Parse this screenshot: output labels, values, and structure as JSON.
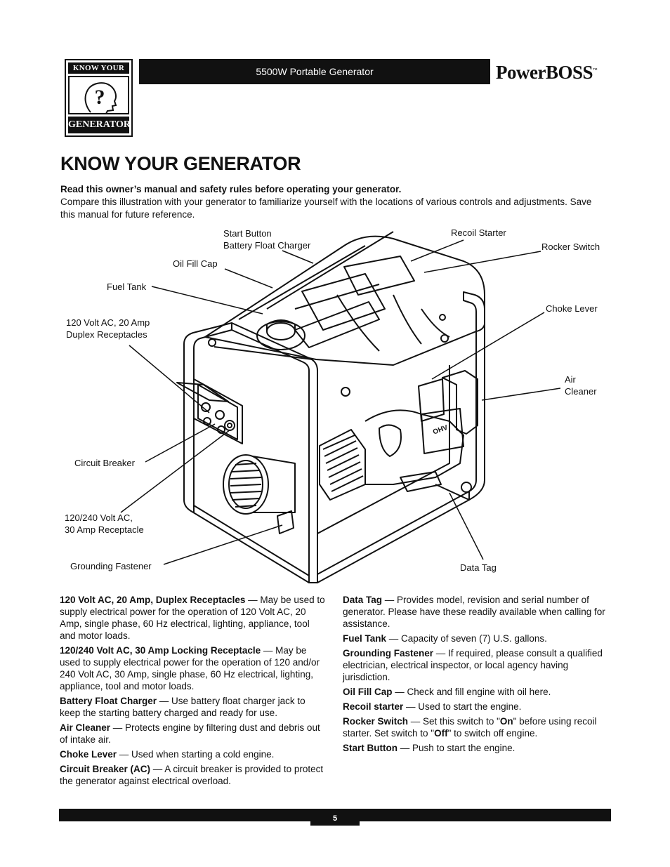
{
  "header": {
    "logo_top": "KNOW YOUR",
    "logo_bottom": "GENERATOR",
    "logo_symbol": "?",
    "product": "5500W Portable Generator",
    "brand": "PowerBOSS",
    "brand_mark": "™"
  },
  "title": "KNOW YOUR GENERATOR",
  "intro": {
    "bold": "Read this owner’s manual and safety rules before operating your generator.",
    "text": "Compare this illustration with your generator to familiarize yourself with the locations of various controls and adjustments. Save this manual for future reference."
  },
  "labels": {
    "start_button": "Start Button\nBattery Float Charger",
    "oil_fill": "Oil Fill Cap",
    "fuel_tank": "Fuel Tank",
    "duplex": "120 Volt AC, 20 Amp\nDuplex Receptacles",
    "recoil": "Recoil Starter",
    "rocker": "Rocker Switch",
    "choke": "Choke Lever",
    "air": "Air\nCleaner",
    "breaker": "Circuit Breaker",
    "locking": "120/240 Volt AC,\n30 Amp Receptacle",
    "grounding": "Grounding Fastener",
    "datatag": "Data Tag",
    "ohv": "OHV"
  },
  "descriptions_left": [
    {
      "term": "120 Volt AC, 20 Amp, Duplex Receptacles",
      "text": " — May be used to supply electrical power for the operation of 120 Volt AC, 20 Amp, single phase, 60 Hz electrical, lighting, appliance, tool and motor loads."
    },
    {
      "term": "120/240 Volt AC, 30 Amp Locking Receptacle",
      "text": " — May be used to supply electrical power for the operation of 120 and/or 240 Volt AC, 30 Amp, single phase, 60 Hz electrical, lighting, appliance, tool and motor loads."
    },
    {
      "term": "Battery Float Charger",
      "text": " — Use battery float charger jack to keep the starting battery charged and ready for use."
    },
    {
      "term": "Air Cleaner",
      "text": " — Protects engine by filtering dust and debris out of intake air."
    },
    {
      "term": "Choke Lever",
      "text": " — Used when starting a cold engine."
    },
    {
      "term": "Circuit Breaker (AC)",
      "text": " — A circuit breaker is provided to protect the generator against electrical overload."
    }
  ],
  "descriptions_right": [
    {
      "term": "Data Tag",
      "text": " — Provides model, revision and serial number of generator. Please have these readily available when calling for assistance."
    },
    {
      "term": "Fuel Tank",
      "text": " — Capacity of seven (7) U.S. gallons."
    },
    {
      "term": "Grounding Fastener",
      "text": " — If required, please consult a qualified electrician, electrical inspector, or local agency having jurisdiction."
    },
    {
      "term": "Oil Fill Cap",
      "text": " — Check and fill engine with oil here."
    },
    {
      "term": "Recoil starter",
      "text": " — Used to start the engine."
    },
    {
      "term": "Rocker Switch",
      "text1": " — Set this switch to \"",
      "on": "On",
      "text2": "\" before using recoil starter. Set switch to \"",
      "off": "Off",
      "text3": "\" to switch off engine."
    },
    {
      "term": "Start Button",
      "text": " — Push to start the engine."
    }
  ],
  "footer": {
    "page": "5"
  }
}
